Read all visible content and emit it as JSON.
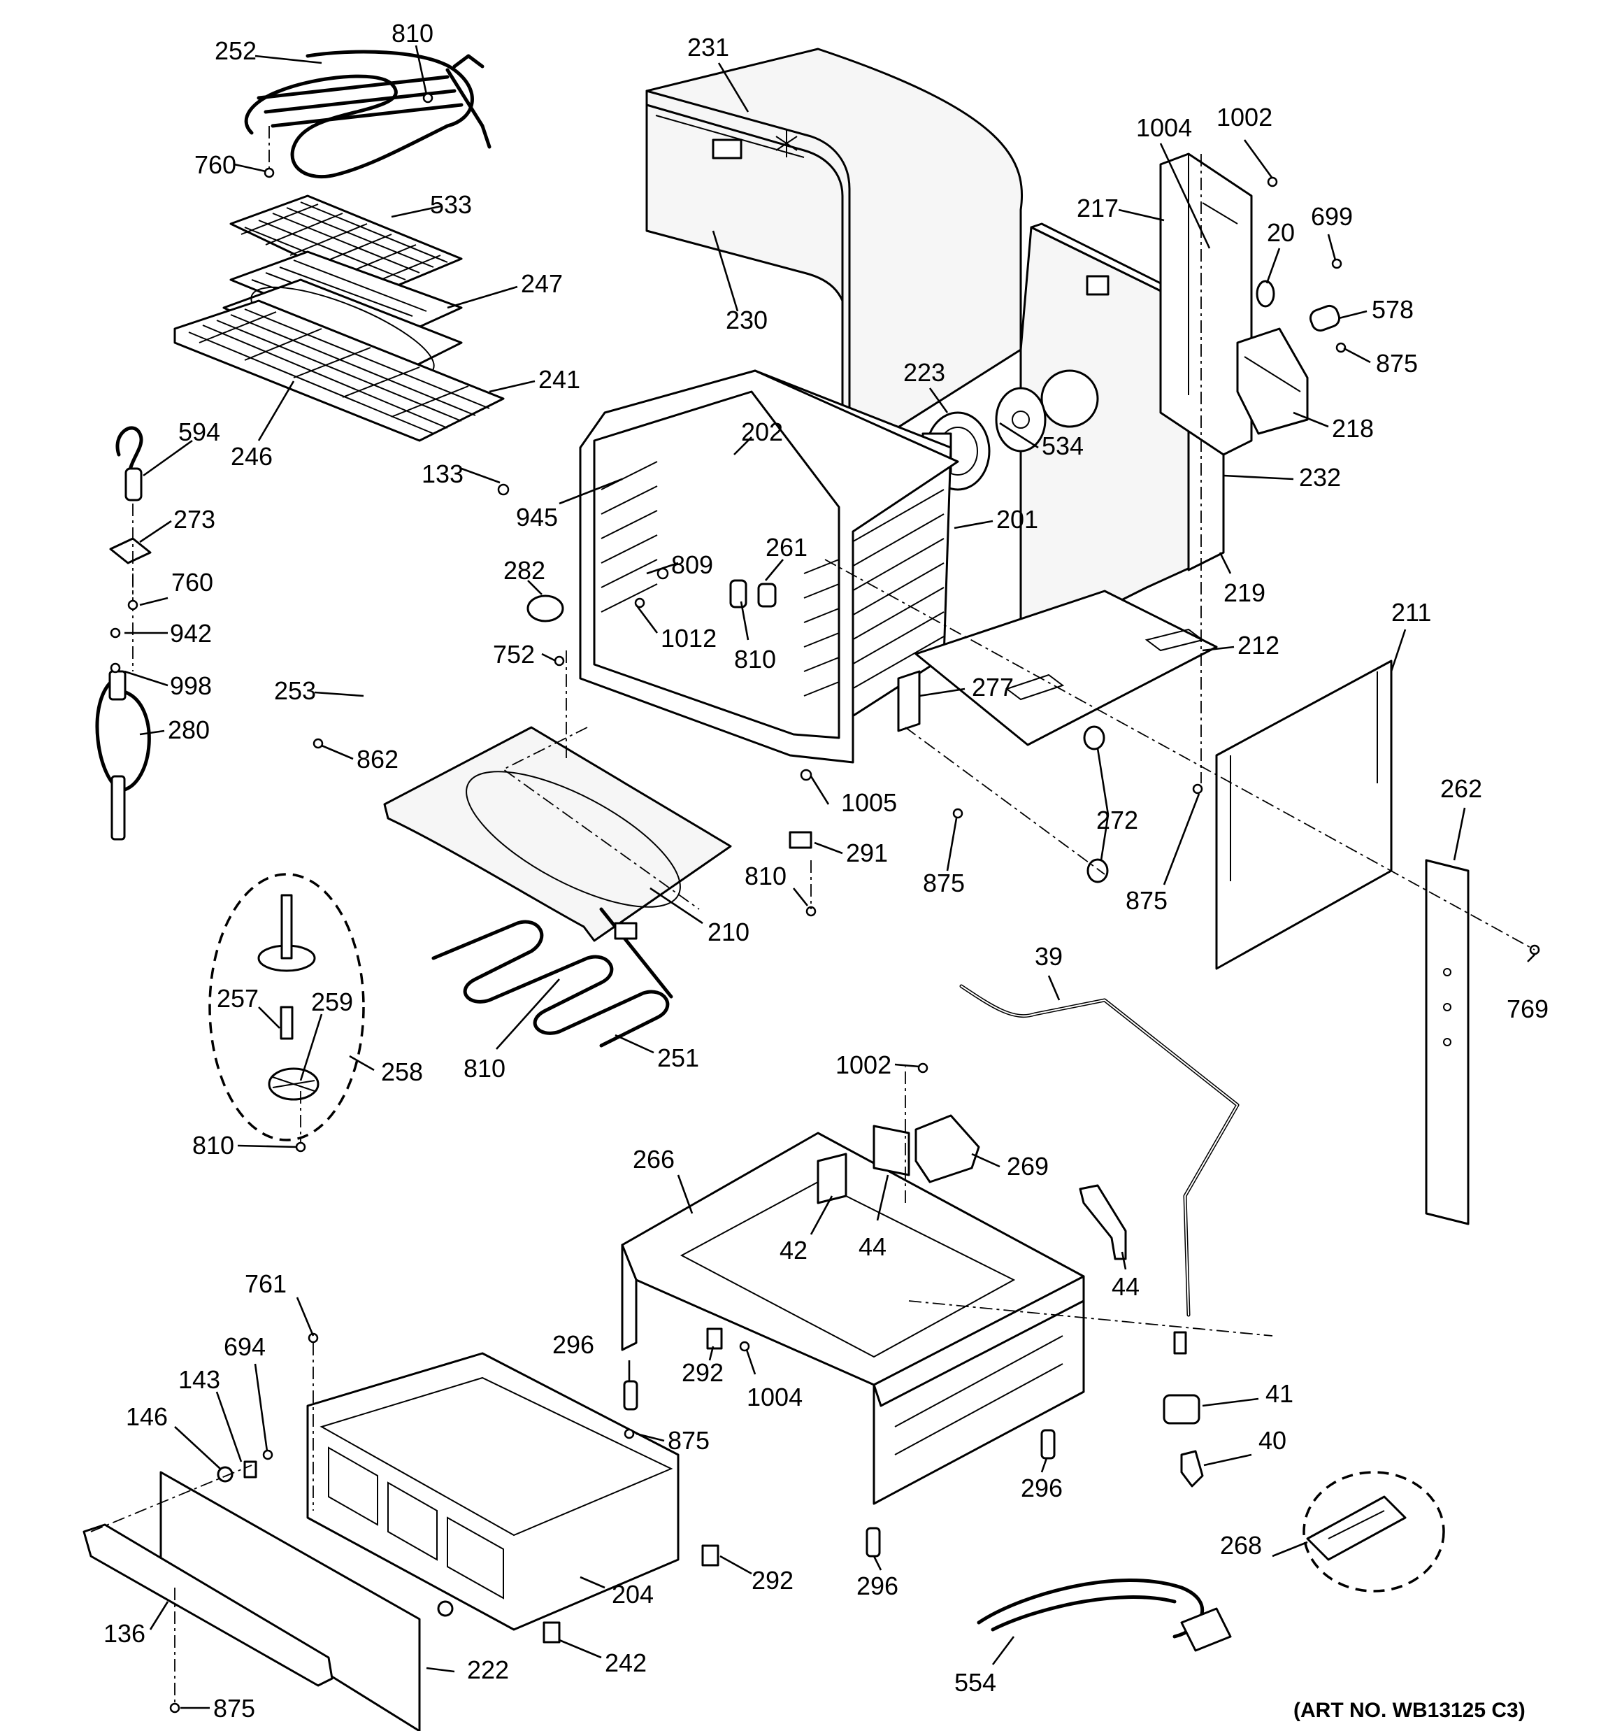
{
  "art_number": "(ART NO. WB13125 C3)",
  "callouts": {
    "c252": "252",
    "c810a": "810",
    "c760a": "760",
    "c533": "533",
    "c247": "247",
    "c241": "241",
    "c246": "246",
    "c594": "594",
    "c273": "273",
    "c760b": "760",
    "c942": "942",
    "c998": "998",
    "c280": "280",
    "c231": "231",
    "c230": "230",
    "c223": "223",
    "c534": "534",
    "c202": "202",
    "c133": "133",
    "c945": "945",
    "c261": "261",
    "c809": "809",
    "c282": "282",
    "c1012": "1012",
    "c810b": "810",
    "c752": "752",
    "c201": "201",
    "c277": "277",
    "c1005": "1005",
    "c253": "253",
    "c862": "862",
    "c217": "217",
    "c1004a": "1004",
    "c1002a": "1002",
    "c20": "20",
    "c699": "699",
    "c578": "578",
    "c875a": "875",
    "c218": "218",
    "c232": "232",
    "c219": "219",
    "c212": "212",
    "c211": "211",
    "c262": "262",
    "c272": "272",
    "c875b": "875",
    "c875c": "875",
    "c769": "769",
    "c291": "291",
    "c810c": "810",
    "c210": "210",
    "c810d": "810",
    "c251": "251",
    "c257": "257",
    "c259": "259",
    "c258": "258",
    "c810e": "810",
    "c39": "39",
    "c1002b": "1002",
    "c269": "269",
    "c266": "266",
    "c42": "42",
    "c44a": "44",
    "c44b": "44",
    "c296a": "296",
    "c292a": "292",
    "c1004b": "1004",
    "c41": "41",
    "c40": "40",
    "c296b": "296",
    "c296c": "296",
    "c268": "268",
    "c554": "554",
    "c761": "761",
    "c694": "694",
    "c143": "143",
    "c146": "146",
    "c875d": "875",
    "c292b": "292",
    "c204": "204",
    "c136": "136",
    "c242": "242",
    "c222": "222",
    "c875e": "875"
  },
  "colors": {
    "ink": "#000000",
    "paper": "#ffffff",
    "panel_speckle": "#f6f6f6"
  }
}
